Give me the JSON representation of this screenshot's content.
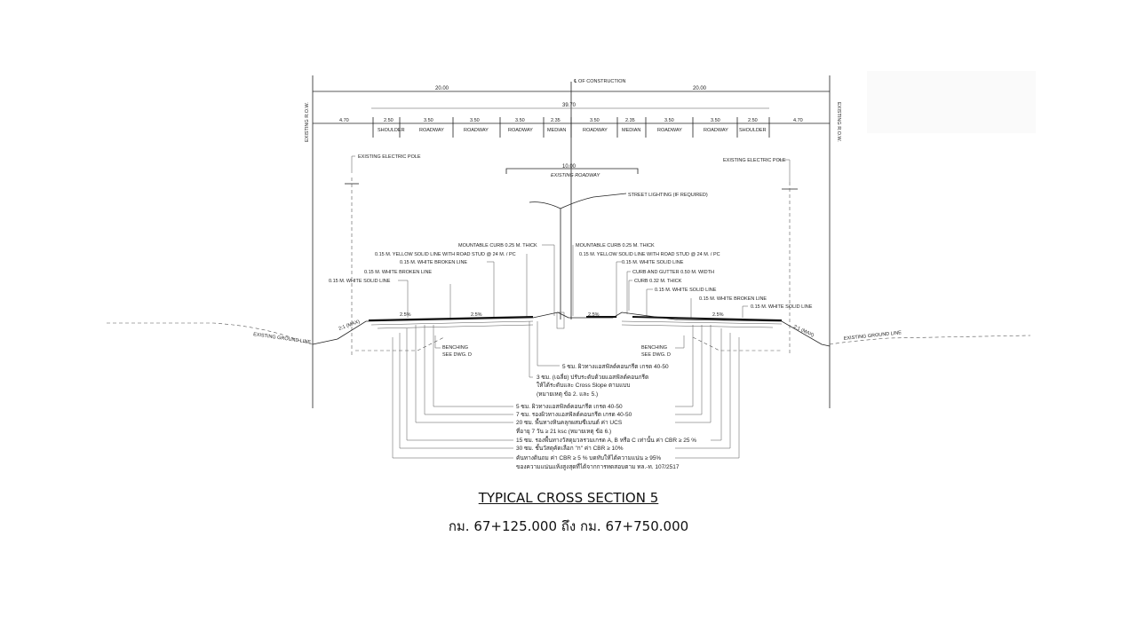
{
  "title": "TYPICAL CROSS SECTION 5",
  "subtitle": "กม. 67+125.000 ถึง กม. 67+750.000",
  "drawing": {
    "centerline": "℄ OF CONSTRUCTION",
    "half_width_left": "20.00",
    "half_width_right": "20.00",
    "total_paved": "39.70",
    "existing_width": "10.00",
    "existing_label": "EXISTING ROADWAY",
    "row_left": "EXISTING R.O.W.",
    "row_right": "EXISTING R.O.W.",
    "segments": [
      {
        "dim": "4.70",
        "label": ""
      },
      {
        "dim": "2.50",
        "label": "SHOULDER"
      },
      {
        "dim": "3.50",
        "label": "ROADWAY"
      },
      {
        "dim": "3.50",
        "label": "ROADWAY"
      },
      {
        "dim": "3.50",
        "label": "ROADWAY"
      },
      {
        "dim": "2.35",
        "label": "MEDIAN"
      },
      {
        "dim": "3.50",
        "label": "ROADWAY"
      },
      {
        "dim": "2.35",
        "label": "MEDIAN"
      },
      {
        "dim": "3.50",
        "label": "ROADWAY"
      },
      {
        "dim": "3.50",
        "label": "ROADWAY"
      },
      {
        "dim": "2.50",
        "label": "SHOULDER"
      },
      {
        "dim": "4.70",
        "label": ""
      }
    ],
    "pole_left": "EXISTING ELECTRIC POLE",
    "pole_right": "EXISTING ELECTRIC POLE",
    "street_lighting": "STREET LIGHTING (IF REQUIRED)",
    "callouts_left": [
      "MOUNTABLE CURB 0.25 M. THICK",
      "0.15 M. YELLOW SOLID LINE WITH ROAD STUD @ 24 M. / PC",
      "0.15 M. WHITE BROKEN LINE",
      "0.15 M. WHITE BROKEN LINE",
      "0.15 M. WHITE SOLID LINE"
    ],
    "callouts_right": [
      "MOUNTABLE CURB 0.25 M. THICK",
      "0.15 M. YELLOW SOLID LINE WITH ROAD STUD @ 24 M. / PC",
      "0.15 M. WHITE SOLID LINE",
      "CURB AND GUTTER 0.50 M. WIDTH",
      "CURB 0.32 M. THICK",
      "0.15 M. WHITE SOLID LINE",
      "0.15 M. WHITE BROKEN LINE",
      "0.15 M. WHITE SOLID LINE"
    ],
    "slope_left": "2:1 (MAX)",
    "slope_right": "2:1 (MAX)",
    "ground_left": "EXISTING GROUND LINE",
    "ground_right": "EXISTING GROUND LINE",
    "crossfall_1": "2.5%",
    "crossfall_2": "2.5%",
    "crossfall_3": "2.5%",
    "crossfall_4": "2.5%",
    "benching_left": [
      "BENCHING",
      "SEE DWG. D"
    ],
    "benching_right": [
      "BENCHING",
      "SEE DWG. D"
    ],
    "layers": [
      "5 ซม. ผิวทางแอสฟัลต์คอนกรีต เกรด 40-50",
      "3 ซม. (เฉลี่ย) ปรับระดับด้วยแอสฟัลต์คอนกรีต",
      "ให้ได้ระดับและ Cross Slope ตามแบบ",
      "(หมายเหตุ ข้อ 2. และ 5.)",
      "5 ซม. ผิวทางแอสฟัลต์คอนกรีต เกรด 40-50",
      "7 ซม. รองผิวทางแอสฟัลต์คอนกรีต เกรด 40-50",
      "20 ซม. พื้นทางหินคลุกผสมซีเมนต์ ค่า UCS",
      "ที่อายุ 7 วัน ≥ 21 ksc (หมายเหตุ ข้อ 6.)",
      "15 ซม. รองพื้นทางวัสดุมวลรวมเกรด A, B หรือ C เท่านั้น ค่า CBR ≥ 25 %",
      "30 ซม. ชั้นวัสดุคัดเลือก \"ก\" ค่า CBR ≥ 10%",
      "คันทางดินถม ค่า CBR ≥ 5 % บดทับให้ได้ความแน่น ≥ 95%",
      "ของความแน่นแห้งสูงสุดที่ได้จากการทดสอบตาม ทล.-ท. 107/2517"
    ]
  }
}
